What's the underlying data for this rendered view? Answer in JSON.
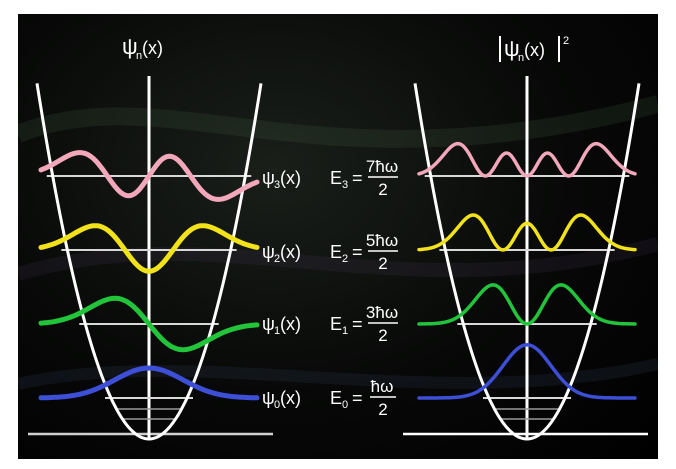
{
  "titles": {
    "left": {
      "psi": "ψ",
      "sub": "n",
      "arg": "(x)"
    },
    "right": {
      "psi": "ψ",
      "sub": "n",
      "arg": "(x)",
      "sup": "2"
    }
  },
  "levels": [
    {
      "n": 0,
      "psi_label": "ψ",
      "sub": "0",
      "arg": "(x)",
      "energy_E": "E",
      "energy_sub": "0",
      "eq": "=",
      "num": "ħω",
      "den": "2",
      "color": "#3d4fd6"
    },
    {
      "n": 1,
      "psi_label": "ψ",
      "sub": "1",
      "arg": "(x)",
      "energy_E": "E",
      "energy_sub": "1",
      "eq": "=",
      "num": "3ħω",
      "den": "2",
      "color": "#22c43a"
    },
    {
      "n": 2,
      "psi_label": "ψ",
      "sub": "2",
      "arg": "(x)",
      "energy_E": "E",
      "energy_sub": "2",
      "eq": "=",
      "num": "5ħω",
      "den": "2",
      "color": "#f2e21a"
    },
    {
      "n": 3,
      "psi_label": "ψ",
      "sub": "3",
      "arg": "(x)",
      "energy_E": "E",
      "energy_sub": "3",
      "eq": "=",
      "num": "7ħω",
      "den": "2",
      "color": "#f3a7bb"
    }
  ],
  "colors": {
    "potential": "#ffffff",
    "level_line": "#d8d8d8",
    "axis": "#ffffff"
  }
}
